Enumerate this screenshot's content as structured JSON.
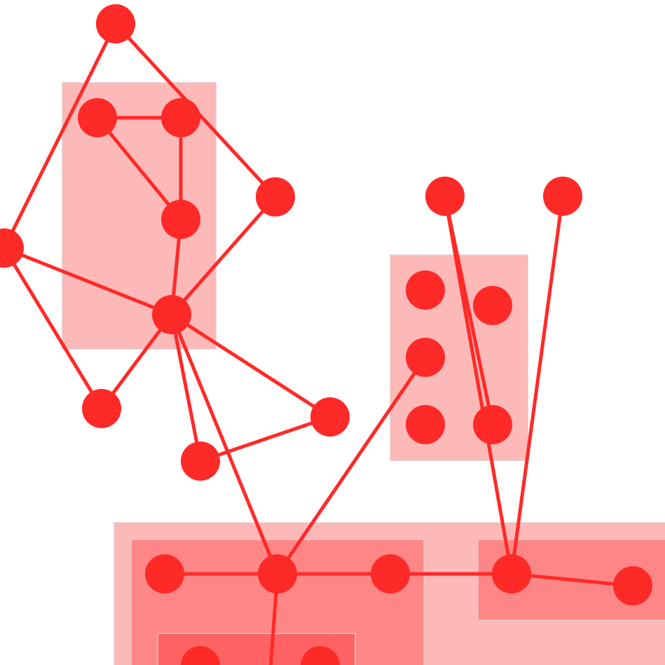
{
  "colors": {
    "background": "#ffffff",
    "node": "#fe2a28",
    "edge": "#fe2a28",
    "cluster_level_1": "#fdb8b8",
    "cluster_level_2": "#fe8686",
    "cluster_level_3": "#fe6262",
    "cluster_border": "#e6c9c9"
  },
  "graph": {
    "node_ids": [
      "n1",
      "n2",
      "n3",
      "n4",
      "n5",
      "n6",
      "n7",
      "n8",
      "n9",
      "n10",
      "n11",
      "n12",
      "n13",
      "n14",
      "n15",
      "n16",
      "n17",
      "n18",
      "n19",
      "n20",
      "n21",
      "n22",
      "n23",
      "n24",
      "n25",
      "n26"
    ],
    "clusters": [
      {
        "id": "c1",
        "level": 1,
        "members": [
          "n2",
          "n3",
          "n4"
        ]
      },
      {
        "id": "c2",
        "level": 1,
        "members": [
          "n13",
          "n14",
          "n15",
          "n16",
          "n17"
        ]
      },
      {
        "id": "c3",
        "level": 1,
        "members": [
          "n18",
          "n19",
          "n20",
          "n21",
          "n22",
          "n23",
          "n24",
          "n25"
        ]
      },
      {
        "id": "c4",
        "level": 2,
        "parent": "c3",
        "members": [
          "n18",
          "n19",
          "n20",
          "n23",
          "n24"
        ]
      },
      {
        "id": "c5",
        "level": 2,
        "parent": "c3",
        "members": [
          "n21",
          "n22"
        ]
      },
      {
        "id": "c6",
        "level": 3,
        "parent": "c4",
        "members": [
          "n23",
          "n24"
        ]
      }
    ],
    "edges": [
      [
        "n1",
        "n26"
      ],
      [
        "n1",
        "n5"
      ],
      [
        "n2",
        "n3"
      ],
      [
        "n2",
        "n4"
      ],
      [
        "n3",
        "n4"
      ],
      [
        "n4",
        "n6"
      ],
      [
        "n5",
        "n6"
      ],
      [
        "n26",
        "n6"
      ],
      [
        "n26",
        "n7"
      ],
      [
        "n6",
        "n7"
      ],
      [
        "n6",
        "n8"
      ],
      [
        "n6",
        "n9"
      ],
      [
        "n9",
        "n8"
      ],
      [
        "n6",
        "n19"
      ],
      [
        "n11",
        "n21"
      ],
      [
        "n11",
        "n17"
      ],
      [
        "n12",
        "n21"
      ],
      [
        "n18",
        "n19"
      ],
      [
        "n19",
        "n20"
      ],
      [
        "n20",
        "n21"
      ],
      [
        "n21",
        "n22"
      ],
      [
        "n19",
        "n15"
      ],
      [
        "n19",
        "n25"
      ]
    ]
  }
}
